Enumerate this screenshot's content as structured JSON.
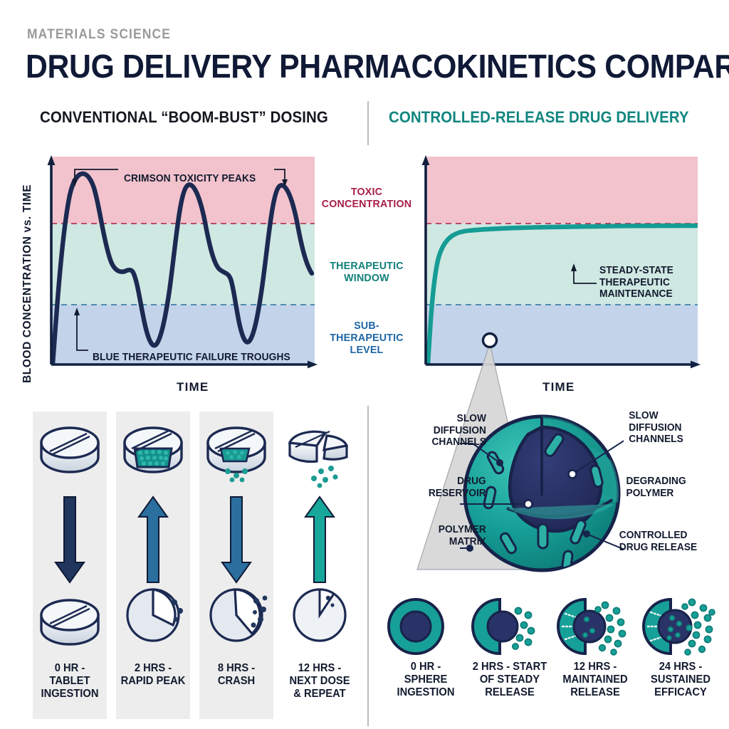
{
  "header": {
    "kicker": "MATERIALS SCIENCE",
    "title": "DRUG DELIVERY PHARMACOKINETICS COMPARISON",
    "left_subhead": "CONVENTIONAL “BOOM-BUST” DOSING",
    "right_subhead": "CONTROLLED-RELEASE DRUG DELIVERY"
  },
  "colors": {
    "navy": "#1c2a52",
    "teal": "#169c94",
    "teal_dark": "#11807a",
    "crimson": "#a81f46",
    "steel_blue": "#2a6f9e",
    "band_toxic": "#f2c3cd",
    "band_window": "#cfe8e2",
    "band_sub": "#c3d4ea",
    "panel_gray": "#ededed"
  },
  "left_chart": {
    "ylabel": "BLOOD CONCENTRATION vs. TIME",
    "xlabel": "TIME",
    "zone_toxic": "TOXIC\nCONCENTRATION",
    "zone_window": "THERAPEUTIC\nWINDOW",
    "zone_sub": "SUB-\nTHERAPEUTIC\nLEVEL",
    "anno_peaks": "CRIMSON TOXICITY PEAKS",
    "anno_troughs": "BLUE THERAPEUTIC FAILURE TROUGHS"
  },
  "right_chart": {
    "xlabel": "TIME",
    "anno_steady": "STEADY-STATE\nTHERAPEUTIC\nMAINTENANCE"
  },
  "chart_data": [
    {
      "type": "line",
      "title": "CONVENTIONAL “BOOM-BUST” DOSING",
      "xlabel": "TIME",
      "ylabel": "BLOOD CONCENTRATION vs. TIME",
      "xlim": [
        0,
        100
      ],
      "ylim": [
        0,
        100
      ],
      "grid": false,
      "legend": "none",
      "bands": [
        {
          "name": "TOXIC CONCENTRATION",
          "from": 72,
          "to": 100,
          "color": "#f2c3cd",
          "label_color": "#a81f46"
        },
        {
          "name": "THERAPEUTIC WINDOW",
          "from": 34,
          "to": 72,
          "color": "#cfe8e2",
          "label_color": "#128079"
        },
        {
          "name": "SUB-THERAPEUTIC LEVEL",
          "from": 0,
          "to": 34,
          "color": "#c3d4ea",
          "label_color": "#1d66a5"
        }
      ],
      "threshold_lines": [
        {
          "name": "toxic threshold",
          "y": 72,
          "style": "dashed",
          "color": "#a81f46"
        },
        {
          "name": "minimum effective concentration",
          "y": 34,
          "style": "dashed",
          "color": "#2a6f9e"
        }
      ],
      "series": [
        {
          "name": "Conventional dosing blood concentration",
          "color": "#1c2a52",
          "x": [
            0,
            3,
            7,
            10,
            14,
            18,
            22,
            24,
            27,
            30,
            33,
            36,
            39,
            42,
            46,
            50,
            52,
            55,
            58,
            61,
            64,
            67,
            70,
            74,
            78,
            80,
            83,
            86,
            89,
            92,
            95,
            98,
            100
          ],
          "y": [
            0,
            30,
            70,
            88,
            90,
            80,
            62,
            52,
            50,
            48,
            36,
            16,
            10,
            22,
            60,
            88,
            90,
            78,
            60,
            52,
            50,
            46,
            32,
            12,
            14,
            34,
            70,
            89,
            90,
            78,
            60,
            52,
            50
          ]
        }
      ],
      "annotations": [
        {
          "text": "CRIMSON TOXICITY PEAKS",
          "points_to": "peaks"
        },
        {
          "text": "BLUE THERAPEUTIC FAILURE TROUGHS",
          "points_to": "troughs"
        }
      ]
    },
    {
      "type": "line",
      "title": "CONTROLLED-RELEASE DRUG DELIVERY",
      "xlabel": "TIME",
      "ylabel": "",
      "xlim": [
        0,
        100
      ],
      "ylim": [
        0,
        100
      ],
      "grid": false,
      "legend": "none",
      "bands": [
        {
          "name": "TOXIC CONCENTRATION",
          "from": 72,
          "to": 100,
          "color": "#f2c3cd"
        },
        {
          "name": "THERAPEUTIC WINDOW",
          "from": 34,
          "to": 72,
          "color": "#cfe8e2"
        },
        {
          "name": "SUB-THERAPEUTIC LEVEL",
          "from": 0,
          "to": 34,
          "color": "#c3d4ea"
        }
      ],
      "threshold_lines": [
        {
          "name": "toxic threshold",
          "y": 72,
          "style": "dashed",
          "color": "#a81f46"
        },
        {
          "name": "minimum effective concentration",
          "y": 34,
          "style": "dashed",
          "color": "#2a6f9e"
        }
      ],
      "series": [
        {
          "name": "Controlled-release blood concentration",
          "color": "#169c94",
          "x": [
            0,
            2,
            4,
            6,
            8,
            11,
            14,
            18,
            24,
            32,
            45,
            60,
            80,
            100
          ],
          "y": [
            0,
            16,
            31,
            42,
            50,
            56,
            59,
            61,
            62,
            63,
            63,
            64,
            64,
            64
          ]
        }
      ],
      "annotations": [
        {
          "text": "STEADY-STATE THERAPEUTIC MAINTENANCE",
          "points_to": "plateau"
        }
      ]
    }
  ],
  "pill_stages": [
    {
      "caption": "0 HR -\nTABLET\nINGESTION",
      "icon_top": "whole-tablet",
      "icon_bottom": "whole-tablet",
      "arrow": "down",
      "arrow_color": "#1c2a52"
    },
    {
      "caption": "2 HRS -\nRAPID PEAK",
      "icon_top": "tablet-cutaway-full",
      "icon_bottom": "tablet-wedge-few-particles",
      "arrow": "up",
      "arrow_color": "#2a6f9e"
    },
    {
      "caption": "8 HRS -\nCRASH",
      "icon_top": "tablet-cutaway-releasing",
      "icon_bottom": "tablet-wedge-many-particles",
      "arrow": "down",
      "arrow_color": "#2a6f9e"
    },
    {
      "caption": "12 HRS -\nNEXT DOSE\n& REPEAT",
      "icon_top": "tablet-split-releasing",
      "icon_bottom": "tablet-sliver",
      "arrow": "up",
      "arrow_color": "#169c94"
    }
  ],
  "sphere_diagram": {
    "callouts": [
      {
        "id": "slow-diffusion-channels-left",
        "text": "SLOW\nDIFFUSION\nCHANNELS",
        "side": "left"
      },
      {
        "id": "drug-reservoir",
        "text": "DRUG\nRESERVOIR",
        "side": "left"
      },
      {
        "id": "polymer-matrix",
        "text": "POLYMER\nMATRIX",
        "side": "left"
      },
      {
        "id": "slow-diffusion-channels-right",
        "text": "SLOW\nDIFFUSION\nCHANNELS",
        "side": "right"
      },
      {
        "id": "degrading-polymer",
        "text": "DEGRADING\nPOLYMER",
        "side": "right"
      },
      {
        "id": "controlled-drug-release",
        "text": "CONTROLLED\nDRUG RELEASE",
        "side": "right"
      }
    ]
  },
  "sphere_stages": [
    {
      "caption": "0 HR -\nSPHERE\nINGESTION",
      "icon": "sphere-intact",
      "particles": 0
    },
    {
      "caption": "2 HRS - START\nOF STEADY\nRELEASE",
      "icon": "sphere-half-release",
      "particles": 7
    },
    {
      "caption": "12 HRS -\nMAINTAINED\nRELEASE",
      "icon": "sphere-channels-release",
      "particles": 11
    },
    {
      "caption": "24 HRS -\nSUSTAINED\nEFFICACY",
      "icon": "sphere-full-release",
      "particles": 14
    }
  ]
}
